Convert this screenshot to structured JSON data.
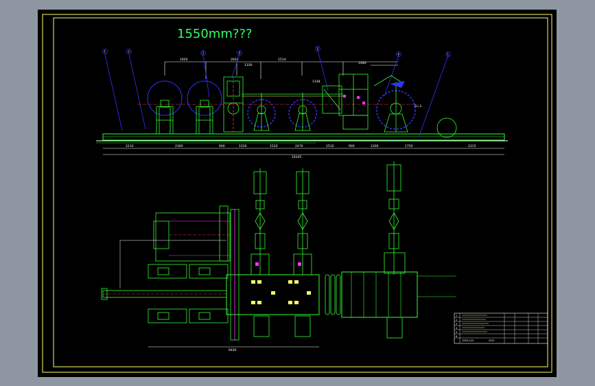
{
  "drawing": {
    "title_note": "1550mm???",
    "callouts": [
      "1",
      "2",
      "3",
      "4",
      "5",
      "6",
      "1"
    ],
    "top_dimensions": [
      "1950",
      "2650",
      "1330",
      "1514",
      "1480",
      "1148"
    ],
    "bottom_dimensions": [
      "2210",
      "2300",
      "900",
      "1520",
      "1520",
      "2470",
      "1510",
      "900",
      "1200",
      "1750",
      "2315"
    ],
    "overall_dimension": "16345",
    "plan_dimension": "8400",
    "arrow_note": "D=3",
    "title_block": {
      "rows": [
        "1",
        "2",
        "3",
        "4",
        "5",
        "6"
      ],
      "footer": [
        "1550-210",
        "2021"
      ]
    }
  },
  "colors": {
    "app_background": "#8e97a1",
    "drawing_background": "#000000",
    "frame": "#ffff66",
    "structure": "#33ff33",
    "drive": "#3333ff",
    "center_line": "#ff3333",
    "highlight": "#ff33ff",
    "dimension": "#ffffff",
    "title_text": "#33ff66"
  }
}
